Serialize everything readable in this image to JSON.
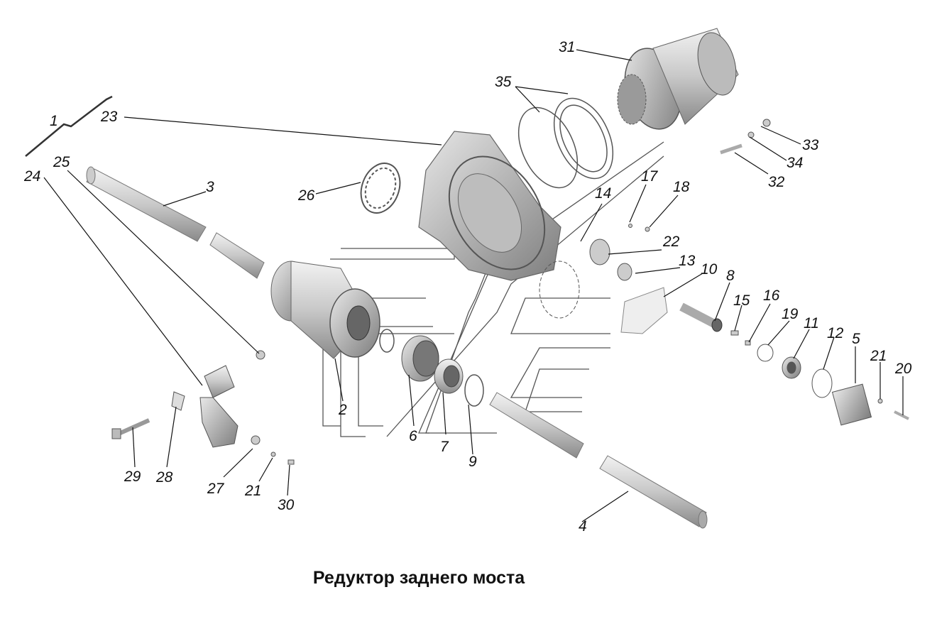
{
  "caption": "Редуктор заднего моста",
  "labels": {
    "l1": "1",
    "l2": "2",
    "l3": "3",
    "l4": "4",
    "l5": "5",
    "l6": "6",
    "l7": "7",
    "l8": "8",
    "l9": "9",
    "l10": "10",
    "l11": "11",
    "l12": "12",
    "l13": "13",
    "l14": "14",
    "l15": "15",
    "l16": "16",
    "l17": "17",
    "l18": "18",
    "l19": "19",
    "l20": "20",
    "l21a": "21",
    "l21b": "21",
    "l22": "22",
    "l23": "23",
    "l24": "24",
    "l25": "25",
    "l26": "26",
    "l27": "27",
    "l28": "28",
    "l29": "29",
    "l30": "30",
    "l31": "31",
    "l32": "32",
    "l33": "33",
    "l34": "34",
    "l35": "35"
  }
}
